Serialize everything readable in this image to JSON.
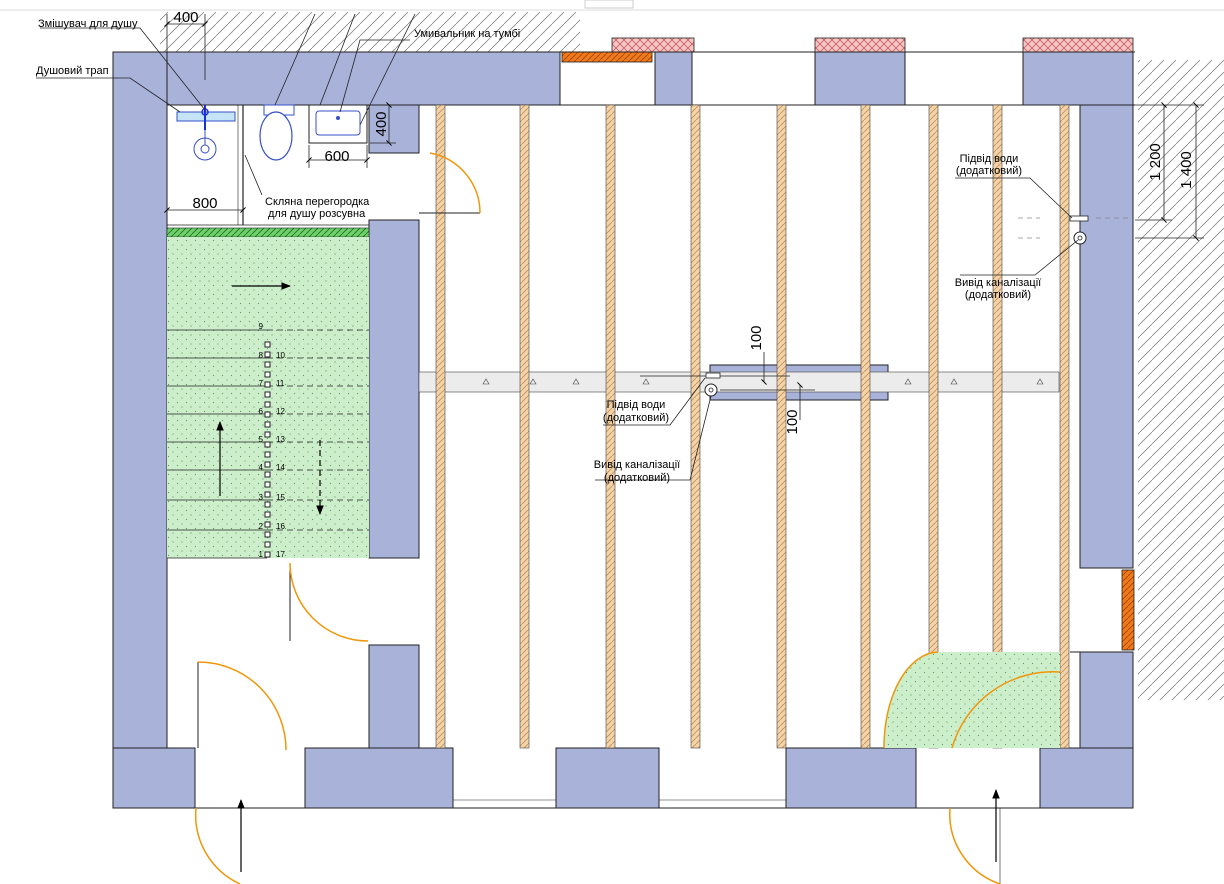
{
  "labels": {
    "shower_mixer": "Змішувач для душу",
    "shower_drain": "Душовий трап",
    "sink": "Умивальник на тумбі",
    "glass_line1": "Скляна перегородка",
    "glass_line2": "для душу розсувна",
    "water_right_1": "Підвід води",
    "water_right_2": "(додатковий)",
    "sewer_right_1": "Вивід каналізації",
    "sewer_right_2": "(додатковий)",
    "water_center_1": "Підвід води",
    "water_center_2": "(додатковий)",
    "sewer_center_1": "Вивід каналізації",
    "sewer_center_2": "(додатковий)"
  },
  "dimensions": {
    "top_400": "400",
    "sink_width": "600",
    "sink_depth": "400",
    "shower_width": "800",
    "right_1200": "1 200",
    "right_1400": "1 400",
    "center_100_top": "100",
    "center_100_bottom": "100"
  },
  "stairs": {
    "left_numbers": [
      "9",
      "8",
      "7",
      "6",
      "5",
      "4",
      "3",
      "2",
      "1"
    ],
    "right_numbers": [
      "10",
      "11",
      "12",
      "13",
      "14",
      "15",
      "16",
      "17"
    ]
  },
  "colors": {
    "wall": "#a9b3da",
    "floor_tile": "#cdeecb",
    "door_arc": "#f0960a",
    "beam": "#f4d3a8",
    "brick_hatch": "#f4c5c5",
    "orange_fill": "#f07a1a"
  }
}
